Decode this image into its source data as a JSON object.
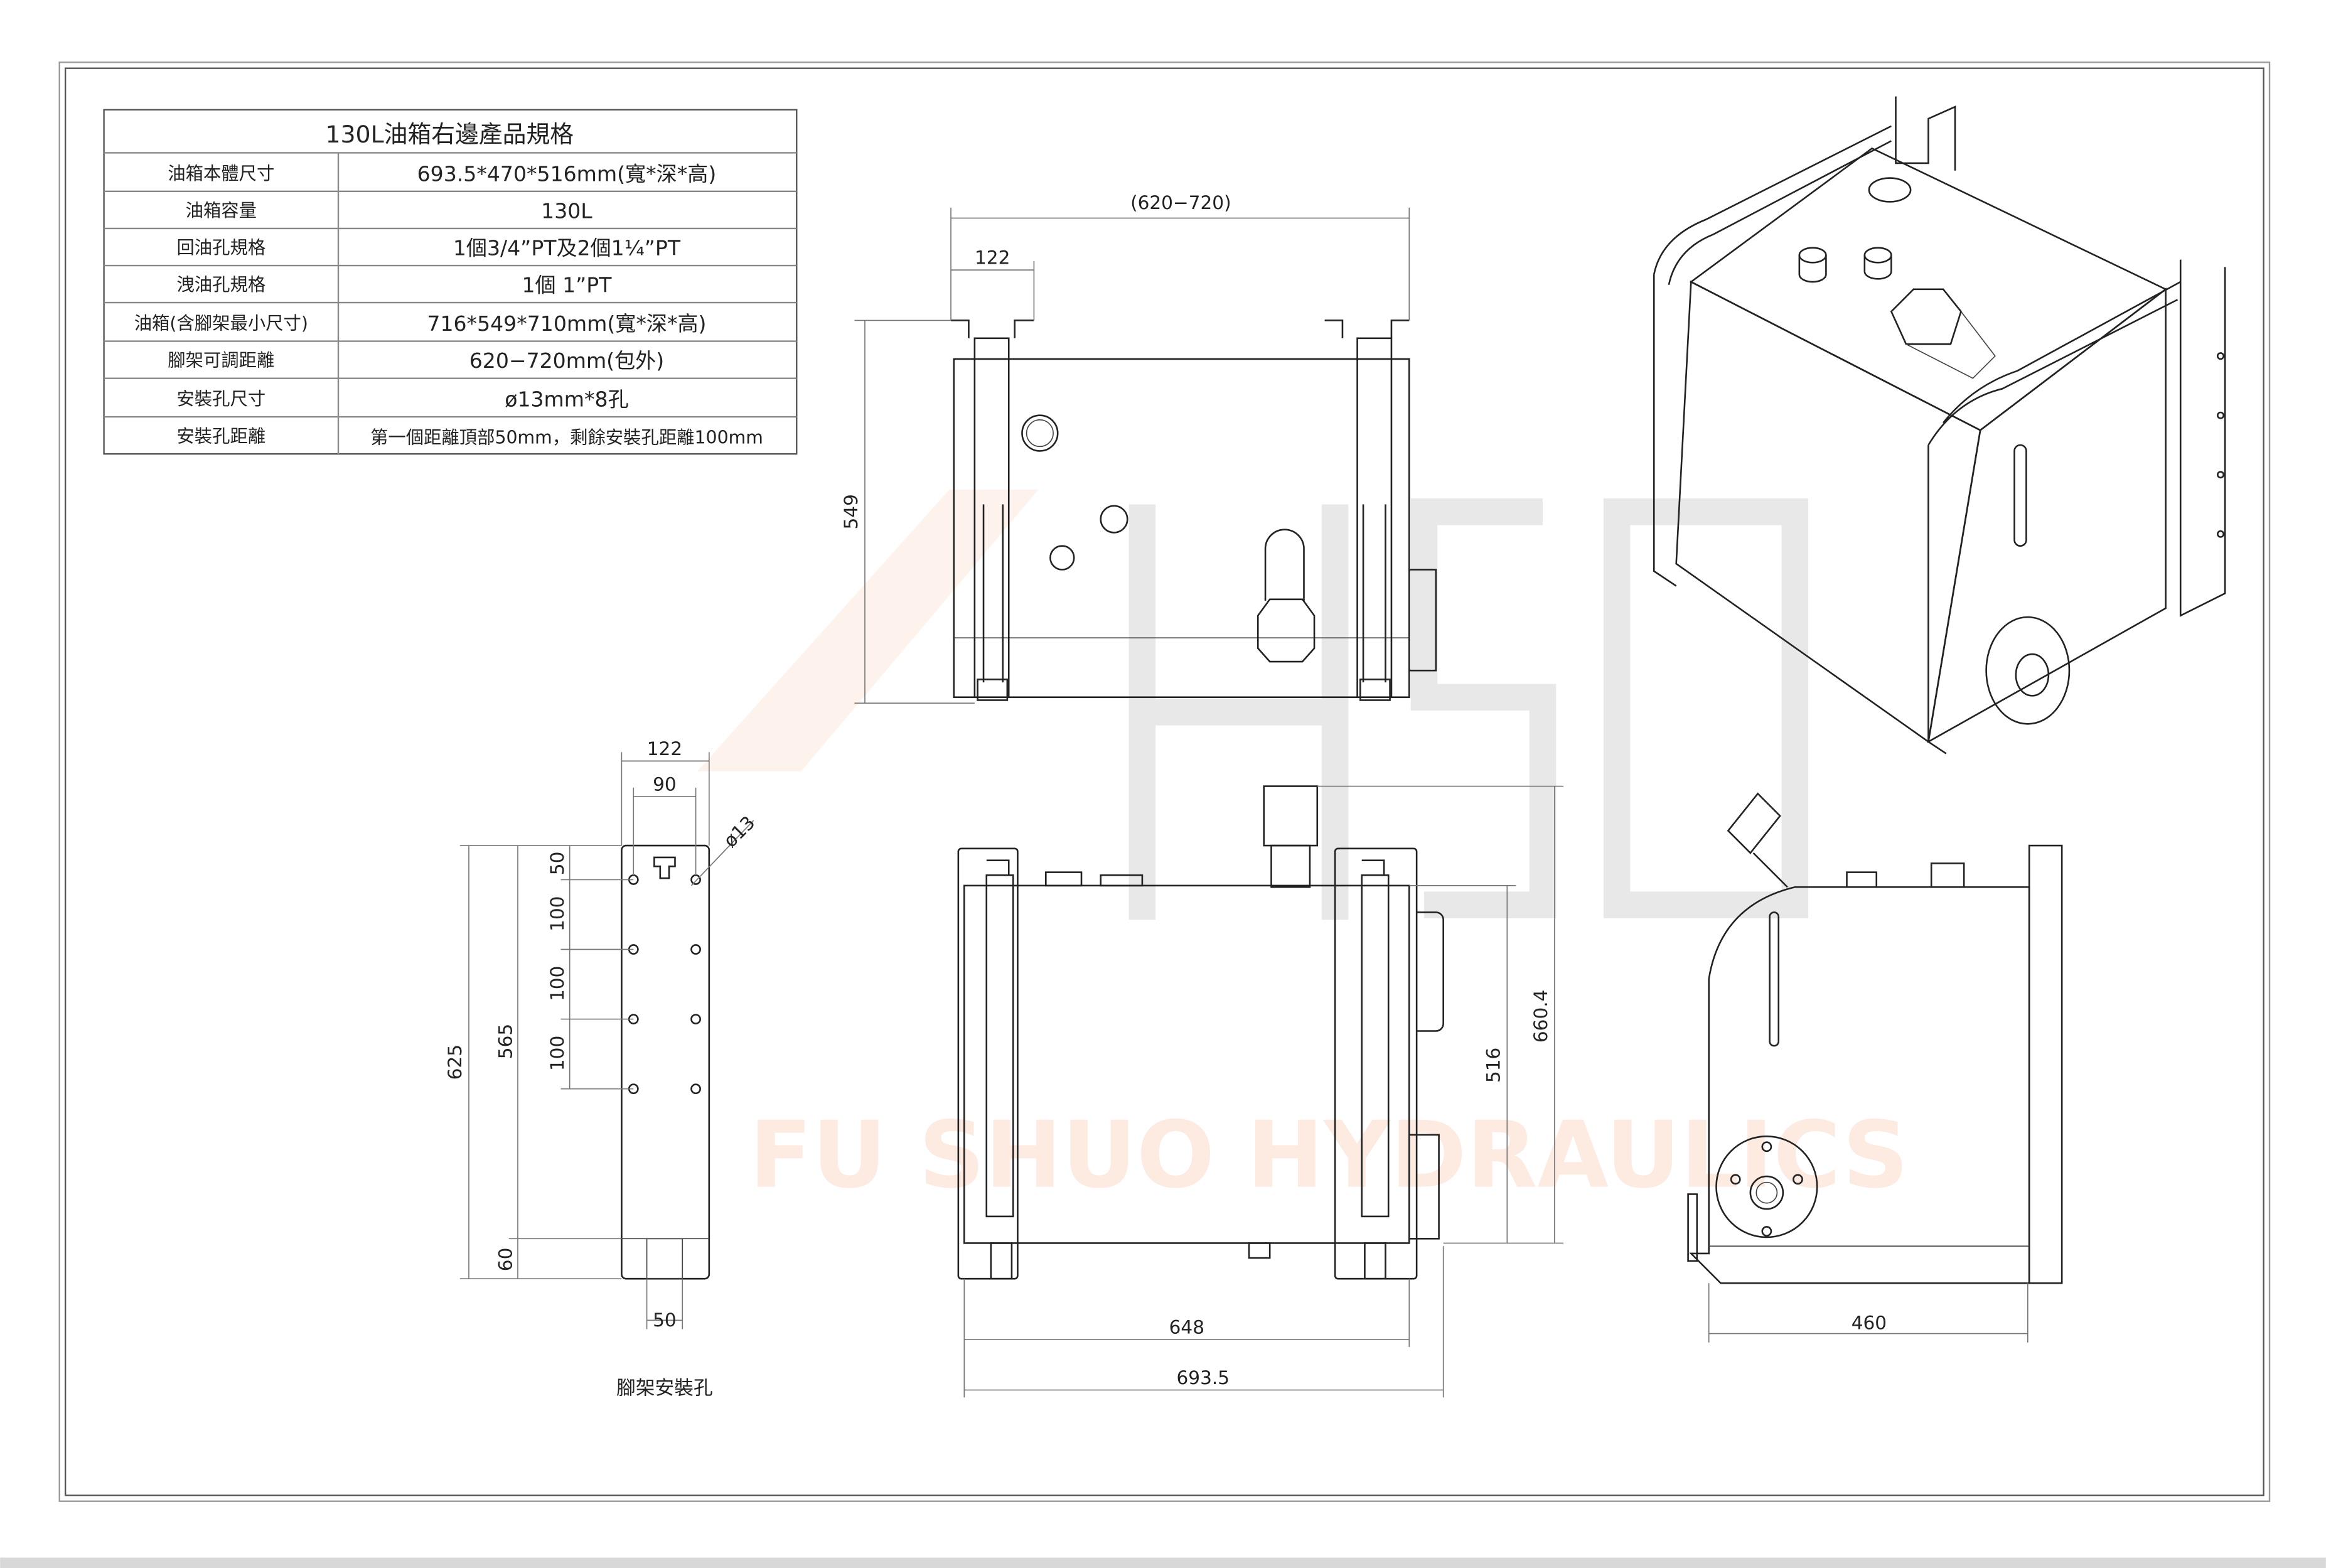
{
  "spec_table": {
    "title": "130L油箱右邊產品規格",
    "rows": [
      {
        "label": "油箱本體尺寸",
        "value": "693.5*470*516mm(寬*深*高)"
      },
      {
        "label": "油箱容量",
        "value": "130L"
      },
      {
        "label": "回油孔規格",
        "value": "1個3/4”PT及2個1¼”PT"
      },
      {
        "label": "洩油孔規格",
        "value": "1個  1”PT"
      },
      {
        "label": "油箱(含腳架最小尺寸)",
        "value": "716*549*710mm(寬*深*高)"
      },
      {
        "label": "腳架可調距離",
        "value": "620−720mm(包外)"
      },
      {
        "label": "安裝孔尺寸",
        "value": "ø13mm*8孔"
      },
      {
        "label": "安裝孔距離",
        "value": "第一個距離頂部50mm，剩餘安裝孔距離100mm"
      }
    ]
  },
  "top_view": {
    "dim_span": "(620−720)",
    "dim_bracket": "122",
    "dim_depth": "549"
  },
  "bracket_view": {
    "dim_width": "122",
    "dim_inner": "90",
    "dim_hole": "ø13",
    "dim_total": "625",
    "dim_span": "565",
    "dim_first": "50",
    "dim_pitch_1": "100",
    "dim_pitch_2": "100",
    "dim_pitch_3": "100",
    "dim_bottom": "60",
    "dim_slot": "50",
    "caption": "腳架安裝孔"
  },
  "front_view": {
    "dim_inner_width": "648",
    "dim_width": "693.5",
    "dim_height": "516",
    "dim_total_height": "660.4"
  },
  "side_view": {
    "dim_depth": "460"
  },
  "watermark": {
    "text": "FU SHUO HYDRAULICS",
    "logo": "HSO"
  }
}
